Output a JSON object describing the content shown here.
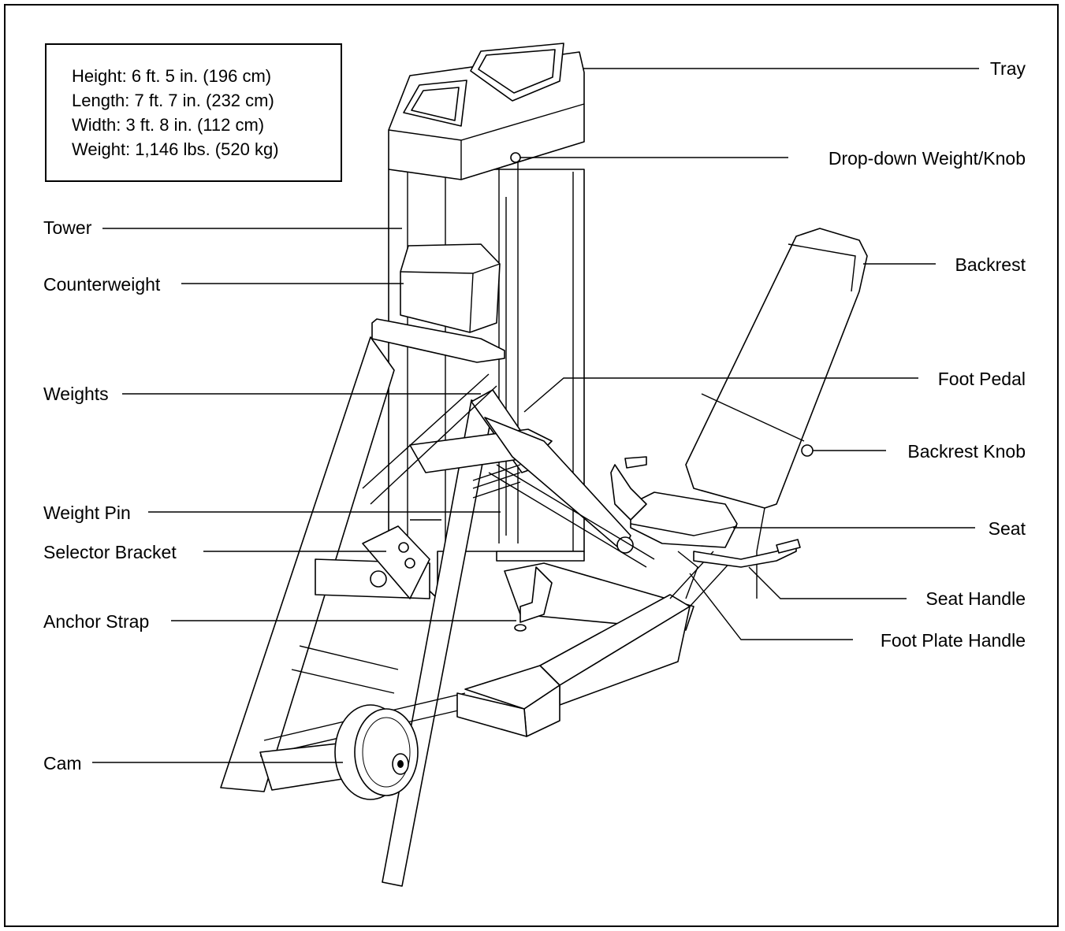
{
  "specs": {
    "height": "Height:  6 ft. 5 in. (196 cm)",
    "length": "Length: 7 ft. 7 in. (232 cm)",
    "width": "Width:   3 ft. 8 in. (112  cm)",
    "weight": "Weight: 1,146 lbs. (520 kg)"
  },
  "labels": {
    "tray": "Tray",
    "drop_down_weight_knob": "Drop-down Weight/Knob",
    "tower": "Tower",
    "backrest": "Backrest",
    "counterweight": "Counterweight",
    "weights": "Weights",
    "foot_pedal": "Foot Pedal",
    "backrest_knob": "Backrest Knob",
    "weight_pin": "Weight Pin",
    "seat": "Seat",
    "selector_bracket": "Selector Bracket",
    "seat_handle": "Seat Handle",
    "anchor_strap": "Anchor Strap",
    "foot_plate_handle": "Foot Plate Handle",
    "cam": "Cam"
  }
}
